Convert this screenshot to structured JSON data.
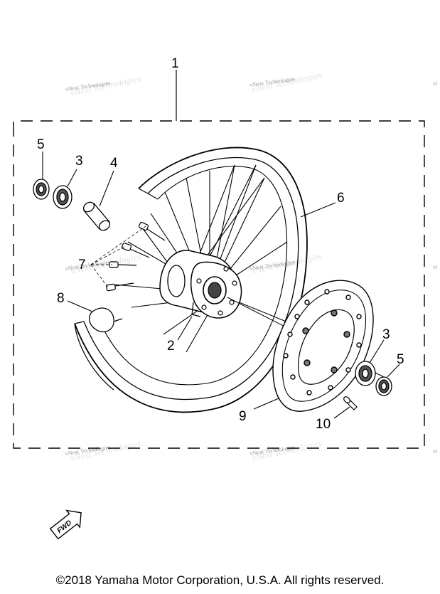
{
  "callouts": {
    "c1": "1",
    "c2": "2",
    "c3a": "3",
    "c3b": "3",
    "c4": "4",
    "c5a": "5",
    "c5b": "5",
    "c6": "6",
    "c7": "7",
    "c8": "8",
    "c9": "9",
    "c10": "10"
  },
  "watermark": {
    "text": "vNext Technologies",
    "ghost": "vNext Technologies",
    "cut": "vi"
  },
  "fwd_badge": "FWD",
  "copyright": "©2018 Yamaha Motor Corporation, U.S.A. All rights reserved."
}
